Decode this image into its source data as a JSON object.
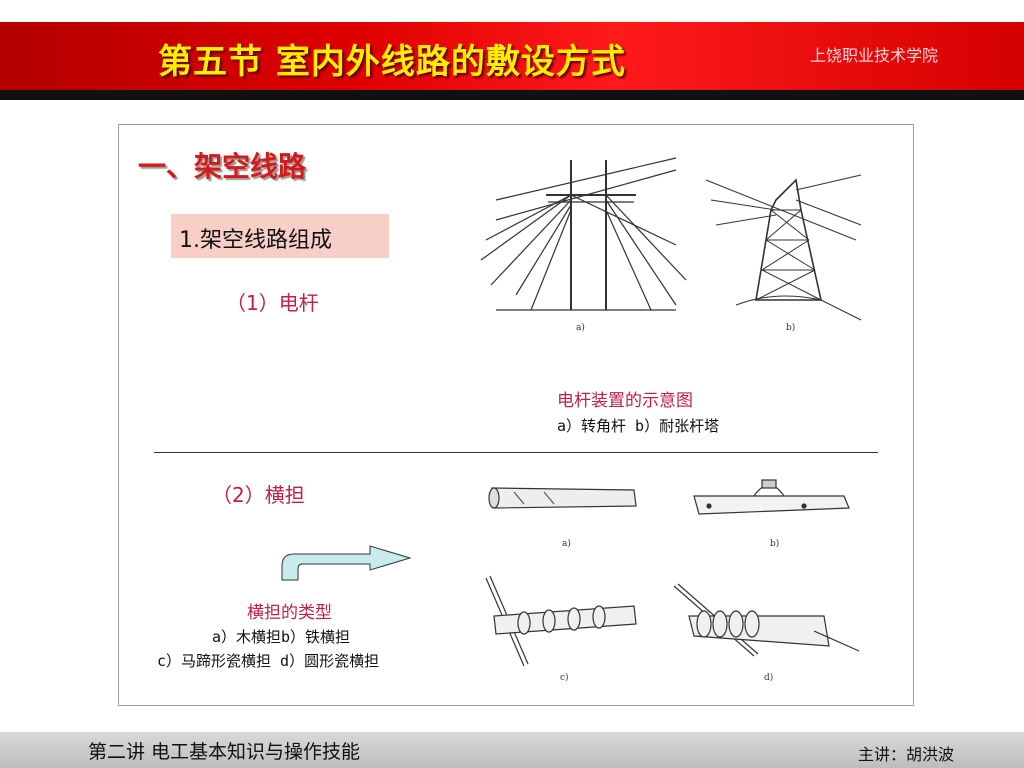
{
  "header": {
    "title": "第五节  室内外线路的敷设方式",
    "school": "上饶职业技术学院"
  },
  "section": {
    "title": "一、架空线路",
    "subtitle": "1.架空线路组成"
  },
  "pole": {
    "label": "（1）电杆",
    "figure_labels": [
      "a)",
      "b)"
    ],
    "caption_title": "电杆装置的示意图",
    "caption_line": "a）转角杆 b）耐张杆塔"
  },
  "crossarm": {
    "label": "（2）横担",
    "figure_labels": [
      "a)",
      "b)",
      "c)",
      "d)"
    ],
    "caption_title": "横担的类型",
    "caption_line1": "a）木横担b）铁横担",
    "caption_line2": "c）马蹄形瓷横担 d）圆形瓷横担"
  },
  "footer": {
    "left": "第二讲 电工基本知识与操作技能",
    "right": "主讲：胡洪波"
  },
  "colors": {
    "header_red": "#e00000",
    "title_yellow": "#ffee00",
    "accent_magenta": "#c0204a",
    "section_red": "#d61a1a",
    "subtitle_bg": "#f8cfc6",
    "arrow_fill": "#c8ecee"
  }
}
